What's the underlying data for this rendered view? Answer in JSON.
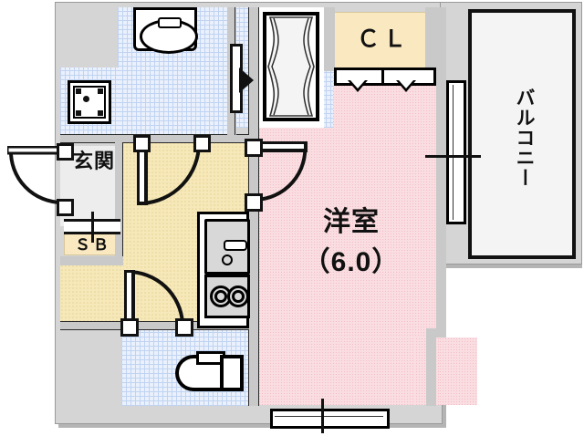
{
  "plan": {
    "title": "apartment-floor-plan",
    "rooms": [
      {
        "key": "main_room",
        "label_main": "洋室",
        "label_size": "（6.0）",
        "floor": "#f9dde1"
      },
      {
        "key": "closet",
        "label": "ＣＬ",
        "floor": "#fae8c0"
      },
      {
        "key": "balcony",
        "label": "バルコニー",
        "floor": "#f4f4f4"
      },
      {
        "key": "entrance",
        "label": "玄関",
        "floor": "#ededed"
      },
      {
        "key": "shoebox",
        "label": "ＳＢ",
        "floor": "#fae8c0"
      },
      {
        "key": "hallway",
        "label": "",
        "floor": "#f6e8b8"
      },
      {
        "key": "bath_dressing",
        "label": "",
        "floor": "#eaf1fc"
      },
      {
        "key": "toilet",
        "label": "",
        "floor": "#eaf1fc"
      },
      {
        "key": "unit_bath",
        "label": "",
        "floor": "#ffffff"
      }
    ],
    "labels": {
      "main_room_name": "洋室",
      "main_room_area": "（6.0）",
      "closet": "ＣＬ",
      "balcony": "バルコニー",
      "entrance": "玄関",
      "shoe_box": "ＳＢ"
    },
    "fixtures": [
      {
        "name": "vanity-sink"
      },
      {
        "name": "washing-machine-pan"
      },
      {
        "name": "bathtub"
      },
      {
        "name": "kitchen-sink"
      },
      {
        "name": "gas-stove-two-burner"
      },
      {
        "name": "toilet"
      }
    ],
    "openings": [
      {
        "name": "entrance-door"
      },
      {
        "name": "dressing-room-door"
      },
      {
        "name": "main-room-door"
      },
      {
        "name": "toilet-door"
      },
      {
        "name": "balcony-sliding-door"
      },
      {
        "name": "room-window-south"
      },
      {
        "name": "closet-folding-doors"
      }
    ],
    "colors": {
      "room_floor": "#f9dde1",
      "hall_floor": "#f6e8b8",
      "wet_floor": "#eaf1fc",
      "closet_floor": "#fae8c0",
      "wall": "#d5d5d5",
      "outline": "#000000"
    }
  }
}
